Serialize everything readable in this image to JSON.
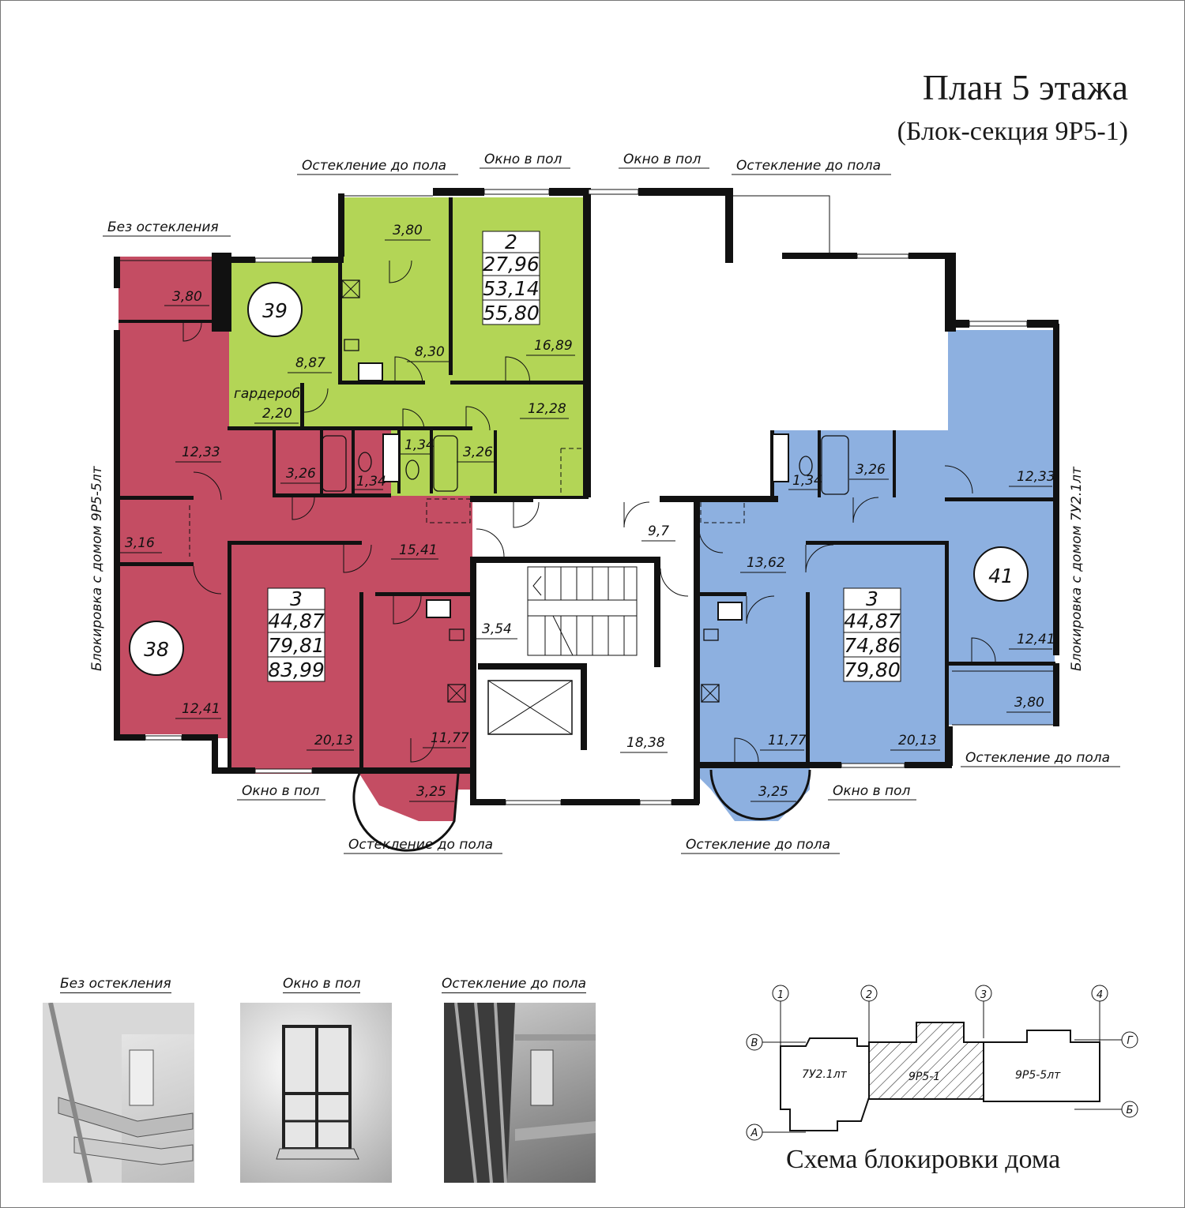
{
  "header": {
    "title": "План 5 этажа",
    "subtitle": "(Блок-секция 9Р5-1)"
  },
  "colors": {
    "apartment_38": "#c44d63",
    "apartment_39": "#b3d556",
    "apartment_41": "#8db0e0",
    "walls": "#111111"
  },
  "annotations": {
    "top_glazing_left": "Остекление до пола",
    "top_window_left": "Окно в пол",
    "top_window_right": "Окно в пол",
    "top_glazing_right": "Остекление до пола",
    "no_glazing": "Без остекления",
    "left_side": "Блокировка с домом 9Р5-5лт",
    "right_side": "Блокировка с домом 7У2.1лт",
    "bottom_window_left": "Окно в пол",
    "bottom_glazing_left": "Остекление до пола",
    "bottom_glazing_center": "Остекление до пола",
    "bottom_window_right": "Окно в пол",
    "right_glazing": "Остекление до пола"
  },
  "apartments": {
    "a38": {
      "number": "38",
      "rooms": "3",
      "living": "44,87",
      "total": "79,81",
      "total_with_balcony": "83,99",
      "areas": {
        "balcony_top": "3,80",
        "room_upper": "12,33",
        "closet": "3,16",
        "room_lower": "12,41",
        "bath": "3,26",
        "wc": "1,34",
        "hall": "15,41",
        "living_room": "20,13",
        "kitchen": "11,77",
        "loggia": "3,25"
      }
    },
    "a39": {
      "number": "39",
      "rooms": "2",
      "living": "27,96",
      "total": "53,14",
      "total_with_balcony": "55,80",
      "areas": {
        "balcony": "3,80",
        "room": "8,87",
        "kitchen": "8,30",
        "bedroom": "16,89",
        "wardrobe_label": "гардероб",
        "wardrobe": "2,20",
        "wc": "1,34",
        "bath": "3,26",
        "hall": "12,28"
      }
    },
    "a41": {
      "number": "41",
      "rooms": "3",
      "living": "44,87",
      "total": "74,86",
      "total_with_balcony": "79,80",
      "areas": {
        "wc": "1,34",
        "bath": "3,26",
        "room_upper": "12,33",
        "hall": "13,62",
        "room_lower": "12,41",
        "balcony": "3,80",
        "kitchen": "11,77",
        "living_room": "20,13",
        "loggia": "3,25"
      }
    }
  },
  "common": {
    "corridor": "9,7",
    "stairs": "3,54",
    "lobby": "18,38"
  },
  "legend": {
    "no_glazing": "Без остекления",
    "floor_window": "Окно в пол",
    "floor_glazing": "Остекление до пола"
  },
  "scheme": {
    "title": "Схема блокировки дома",
    "axes_numbers": [
      "1",
      "2",
      "3",
      "4"
    ],
    "axes_letters": [
      "В",
      "Г",
      "А",
      "Б"
    ],
    "blocks": [
      "7У2.1лт",
      "9Р5-1",
      "9Р5-5лт"
    ]
  }
}
